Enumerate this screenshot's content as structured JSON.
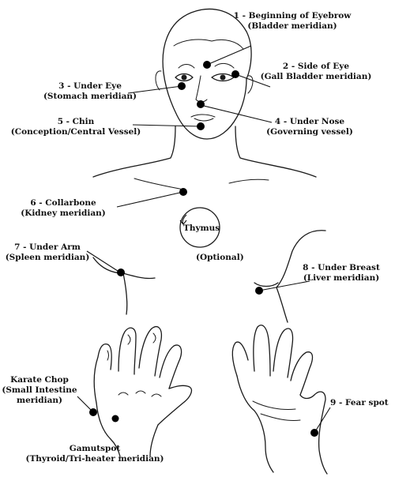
{
  "points": [
    {
      "id": 1,
      "label": "1 - Beginning of Eyebrow",
      "meridian": "(Bladder meridian)"
    },
    {
      "id": 2,
      "label": "2 - Side of Eye",
      "meridian": "(Gall Bladder meridian)"
    },
    {
      "id": 3,
      "label": "3 - Under Eye",
      "meridian": "(Stomach meridian)"
    },
    {
      "id": 4,
      "label": "4 - Under Nose",
      "meridian": "(Governing vessel)"
    },
    {
      "id": 5,
      "label": "5 - Chin",
      "meridian": "(Conception/Central Vessel)"
    },
    {
      "id": 6,
      "label": "6 - Collarbone",
      "meridian": "(Kidney meridian)"
    },
    {
      "id": 7,
      "label": "7 - Under Arm",
      "meridian": "(Spleen meridian)"
    },
    {
      "id": 8,
      "label": "8 - Under Breast",
      "meridian": "(Liver meridian)"
    },
    {
      "id": 9,
      "label": "9 - Fear spot",
      "meridian": ""
    }
  ],
  "thymus": {
    "label": "Thymus",
    "note": "(Optional)"
  },
  "karate_chop": {
    "line1": "Karate Chop",
    "line2": "(Small Intestine",
    "line3": "meridian)"
  },
  "gamut": {
    "line1": "Gamutspot",
    "line2": "(Thyroid/Tri-heater meridian)"
  }
}
